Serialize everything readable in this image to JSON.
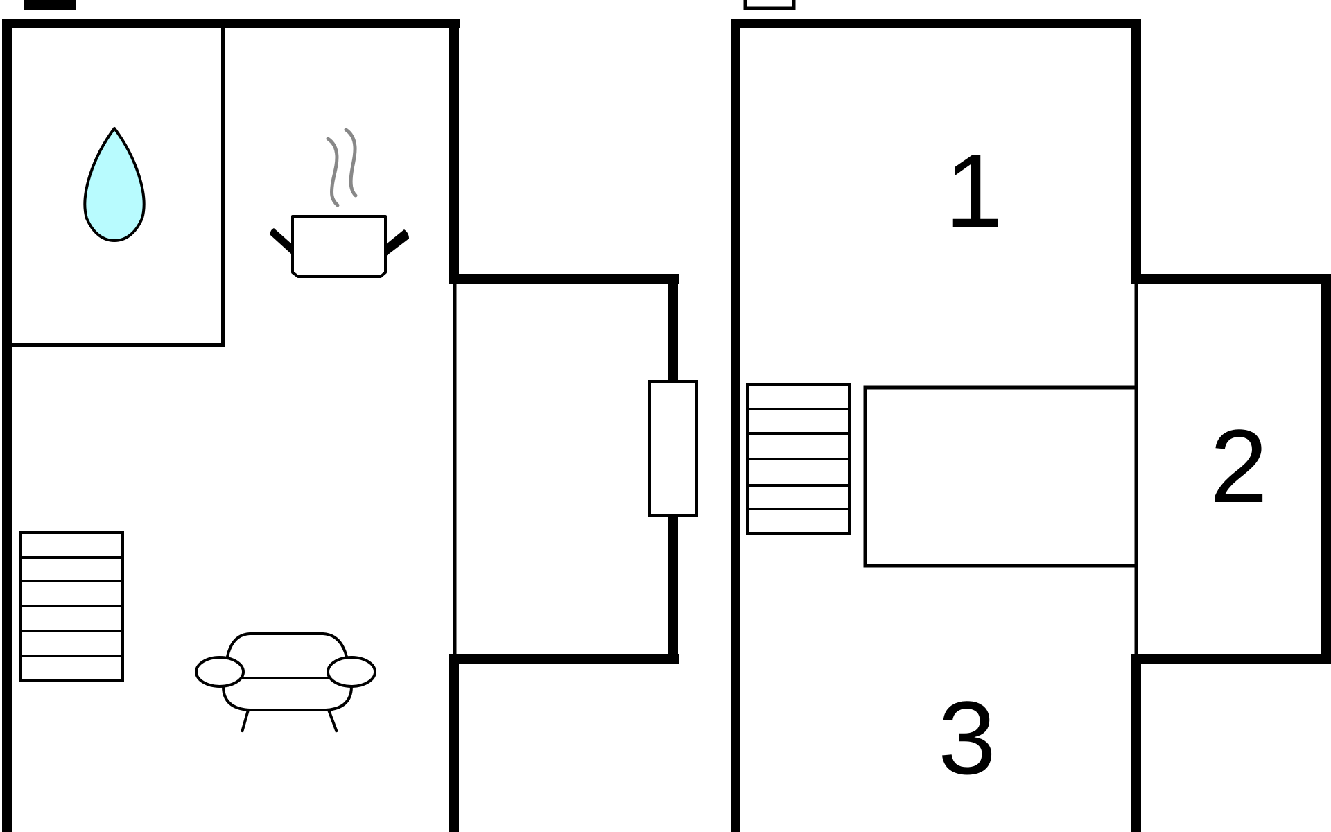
{
  "floor_plan": {
    "colors": {
      "wall": "#000000",
      "background": "#ffffff",
      "water_drop": "#b8fbfe",
      "steam": "#888888"
    },
    "icons": [
      "water-drop-icon",
      "cooking-pot-icon",
      "sofa-icon",
      "staircase-icon",
      "window-icon"
    ],
    "room_numbers": {
      "room_1": "1",
      "room_2": "2",
      "room_3": "3"
    }
  }
}
